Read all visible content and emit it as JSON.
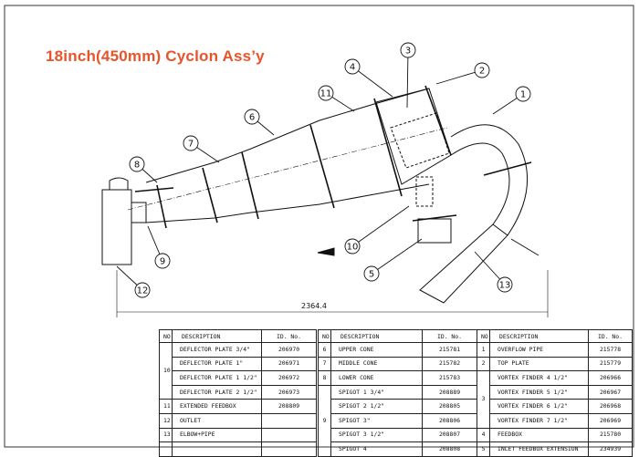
{
  "title": "18inch(450mm) Cyclon Ass’y",
  "dimension": "2364.4",
  "callouts": [
    "1",
    "2",
    "3",
    "4",
    "5",
    "6",
    "7",
    "8",
    "9",
    "10",
    "11",
    "12",
    "13"
  ],
  "table": {
    "headers": {
      "no": "NO",
      "description": "DESCRIPTION",
      "id": "ID. No."
    },
    "col1": [
      {
        "no": "10",
        "desc": "DEFLECTOR PLATE 3/4\"",
        "id": "206970"
      },
      {
        "no": "",
        "desc": "DEFLECTOR PLATE 1\"",
        "id": "206971"
      },
      {
        "no": "",
        "desc": "DEFLECTOR PLATE 1 1/2\"",
        "id": "206972"
      },
      {
        "no": "",
        "desc": "DEFLECTOR PLATE 2 1/2\"",
        "id": "206973"
      },
      {
        "no": "11",
        "desc": "EXTENDED FEEDBOX",
        "id": "208809"
      },
      {
        "no": "12",
        "desc": "OUTLET",
        "id": ""
      },
      {
        "no": "13",
        "desc": "ELBOW+PIPE",
        "id": ""
      },
      {
        "no": "",
        "desc": "",
        "id": ""
      }
    ],
    "col2": [
      {
        "no": "6",
        "desc": "UPPER CONE",
        "id": "215781"
      },
      {
        "no": "7",
        "desc": "MIDDLE CONE",
        "id": "215782"
      },
      {
        "no": "8",
        "desc": "LOWER CONE",
        "id": "215783"
      },
      {
        "no": "9",
        "desc": "SPIGOT 1 3/4\"",
        "id": "208889"
      },
      {
        "no": "",
        "desc": "SPIGOT 2 1/2\"",
        "id": "208805"
      },
      {
        "no": "",
        "desc": "SPIGOT 3\"",
        "id": "208806"
      },
      {
        "no": "",
        "desc": "SPIGOT 3 1/2\"",
        "id": "208807"
      },
      {
        "no": "",
        "desc": "SPIGOT 4",
        "id": "208808"
      }
    ],
    "col3": [
      {
        "no": "1",
        "desc": "OVERFLOW PIPE",
        "id": "215778"
      },
      {
        "no": "2",
        "desc": "TOP PLATE",
        "id": "215779"
      },
      {
        "no": "3",
        "desc": "VORTEX FINDER 4 1/2\"",
        "id": "206966"
      },
      {
        "no": "",
        "desc": "VORTEX FINDER 5 1/2\"",
        "id": "206967"
      },
      {
        "no": "",
        "desc": "VORTEX FINDER 6 1/2\"",
        "id": "206968"
      },
      {
        "no": "",
        "desc": "VORTEX FINDER 7 1/2\"",
        "id": "206969"
      },
      {
        "no": "4",
        "desc": "FEEDBOX",
        "id": "215780"
      },
      {
        "no": "5",
        "desc": "INLET FEEDBOX EXTENSION",
        "id": "234939"
      }
    ]
  },
  "colors": {
    "title": "#e8542a",
    "line": "#111111"
  }
}
